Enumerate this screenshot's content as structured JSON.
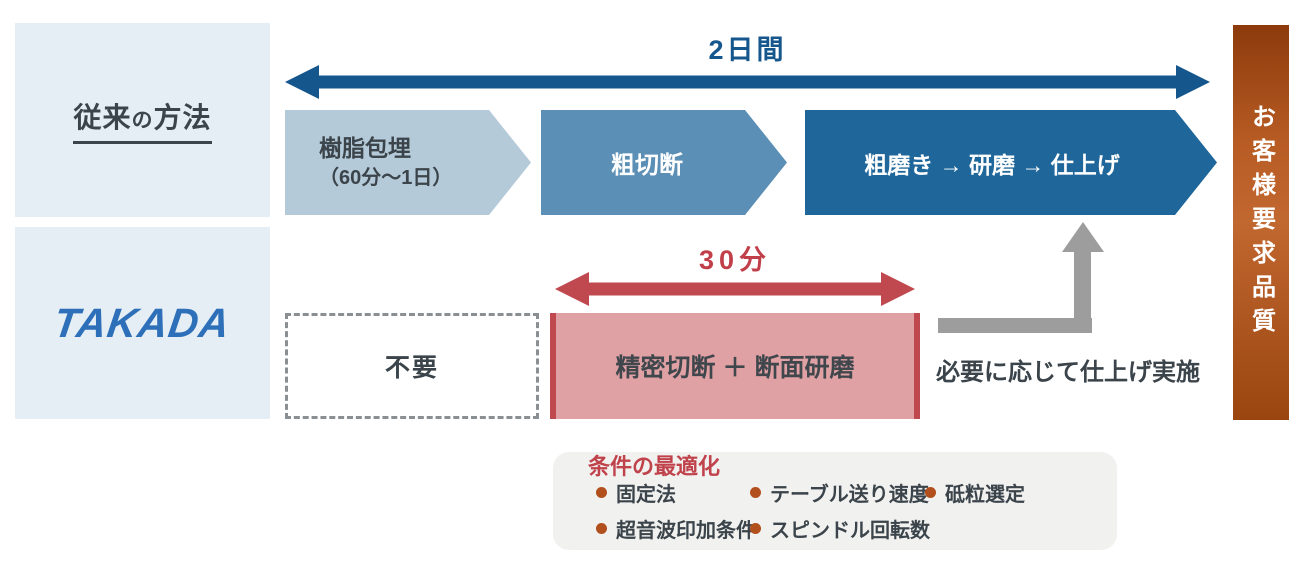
{
  "colors": {
    "deep_blue": "#15568d",
    "mid_blue": "#5b8fb5",
    "dark_blue": "#1f669a",
    "light_blue_chevron": "#b5cad9",
    "panel_blue": "#e5eef4",
    "red": "#c0484f",
    "pink": "#e0a1a5",
    "orange_bar": "#c16730",
    "gray_arrow": "#9d9d9d",
    "bullet_orange": "#b14f1d",
    "text_dark": "#3b444a"
  },
  "conventional": {
    "label_parts": [
      "従来",
      "の",
      "方法"
    ],
    "duration_label": "2日間",
    "steps": [
      {
        "line1": "樹脂包埋",
        "line2": "（60分〜1日）"
      },
      {
        "line1": "粗切断"
      },
      {
        "line1": "粗磨き → 研磨 → 仕上げ"
      }
    ]
  },
  "takada": {
    "logo_text": "TAKADA",
    "duration_label": "30分",
    "skip_label": "不要",
    "main_step": "精密切断 ＋ 断面研磨",
    "finish_note": "必要に応じて仕上げ実施"
  },
  "quality_bar_label": "お客様要求品質",
  "optimization": {
    "title": "条件の最適化",
    "row1": [
      "固定法",
      "テーブル送り速度",
      "砥粒選定"
    ],
    "row2": [
      "超音波印加条件",
      "スピンドル回転数"
    ]
  }
}
